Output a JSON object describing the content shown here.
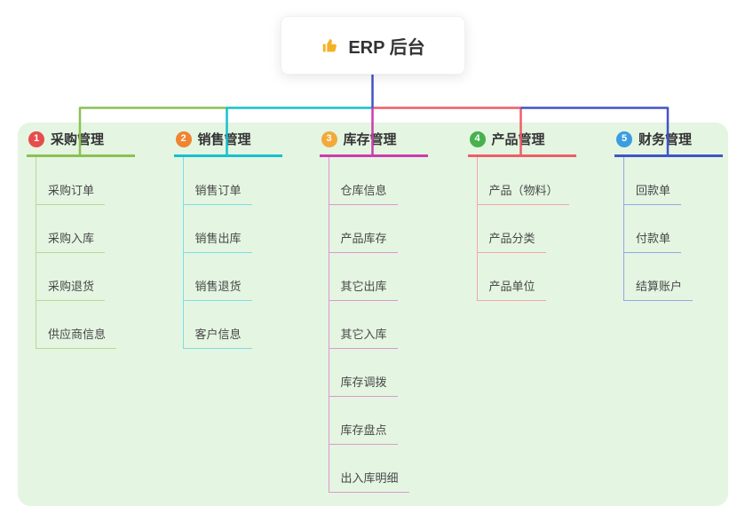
{
  "root": {
    "title": "ERP 后台",
    "icon": "thumbs-up-icon"
  },
  "colors": {
    "canvas-bg": "#e4f5e2",
    "root-edge": "#4254c5",
    "branch1": "#8cc152",
    "branch1-light": "#b9da90",
    "branch2": "#17c0ce",
    "branch2-light": "#7edde6",
    "branch3": "#cd3bb0",
    "branch3-light": "#e096d2",
    "branch4": "#ed5e68",
    "branch4-light": "#f4a6ae",
    "branch5": "#4254c5",
    "branch5-light": "#97a5e6",
    "badge1": "#e74c4c",
    "badge2": "#f0842f",
    "badge3": "#f3a93a",
    "badge4": "#47b14e",
    "badge5": "#3b9de0",
    "icon-gold": "#f6b026"
  },
  "branches": [
    {
      "badge": "1",
      "title": "采购管理",
      "children": [
        "采购订单",
        "采购入库",
        "采购退货",
        "供应商信息"
      ]
    },
    {
      "badge": "2",
      "title": "销售管理",
      "children": [
        "销售订单",
        "销售出库",
        "销售退货",
        "客户信息"
      ]
    },
    {
      "badge": "3",
      "title": "库存管理",
      "children": [
        "仓库信息",
        "产品库存",
        "其它出库",
        "其它入库",
        "库存调拨",
        "库存盘点",
        "出入库明细"
      ]
    },
    {
      "badge": "4",
      "title": "产品管理",
      "children": [
        "产品（物料）",
        "产品分类",
        "产品单位"
      ]
    },
    {
      "badge": "5",
      "title": "财务管理",
      "children": [
        "回款单",
        "付款单",
        "结算账户"
      ]
    }
  ]
}
